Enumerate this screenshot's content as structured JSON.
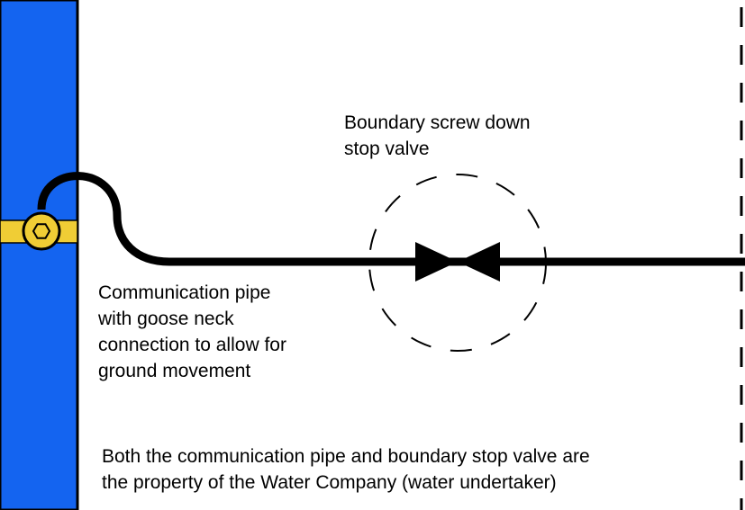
{
  "colors": {
    "main_pipe": "#1464f0",
    "ferrule_strap": "#f0cd35",
    "pipe": "#000000",
    "background": "#ffffff"
  },
  "icons": [
    "stop-valve-symbol",
    "ferrule-nut-icon"
  ],
  "labels": {
    "valve": {
      "line1": "Boundary screw down",
      "line2": "stop valve"
    },
    "communication_pipe": {
      "line1": "Communication pipe",
      "line2": "with goose neck",
      "line3": "connection to allow for",
      "line4": "ground movement"
    },
    "note": {
      "line1": "Both the communication pipe and boundary stop valve are",
      "line2": "the property of the Water Company (water undertaker)"
    }
  }
}
